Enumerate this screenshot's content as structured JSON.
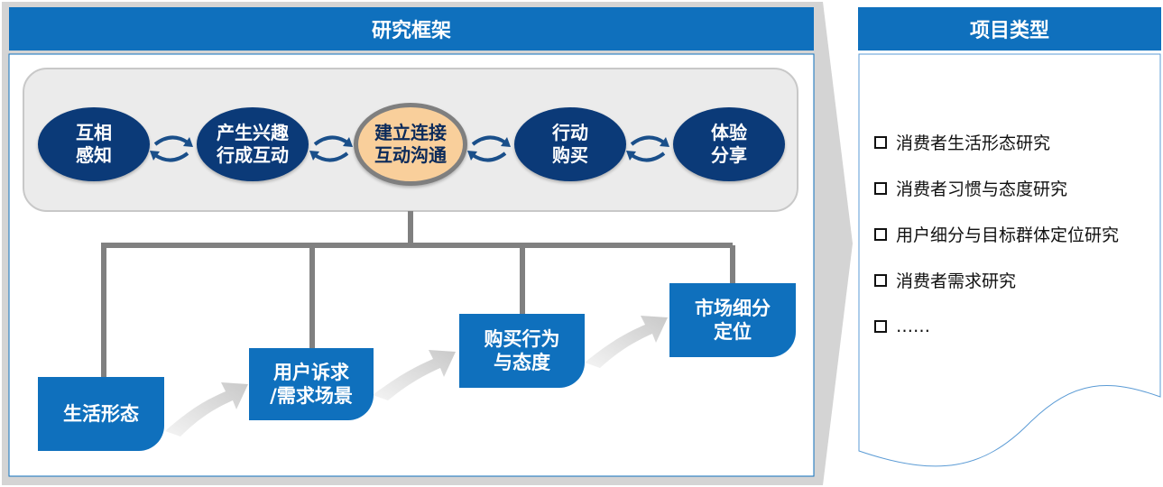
{
  "framework": {
    "title": "研究框架",
    "cycle": [
      {
        "line1": "互相",
        "line2": "感知"
      },
      {
        "line1": "产生兴趣",
        "line2": "行成互动"
      },
      {
        "line1": "建立连接",
        "line2": "互动沟通"
      },
      {
        "line1": "行动",
        "line2": "购买"
      },
      {
        "line1": "体验",
        "line2": "分享"
      }
    ],
    "stages": [
      {
        "line1": "生活形态",
        "line2": ""
      },
      {
        "line1": "用户诉求",
        "line2": "/需求场景"
      },
      {
        "line1": "购买行为",
        "line2": "与态度"
      },
      {
        "line1": "市场细分",
        "line2": "定位"
      }
    ]
  },
  "project_types": {
    "title": "项目类型",
    "items": [
      "消费者生活形态研究",
      "消费者习惯与态度研究",
      "用户细分与目标群体定位研究",
      "消费者需求研究",
      "……"
    ]
  },
  "colors": {
    "accent_blue": "#0f70bd",
    "dark_navy": "#0b3a78",
    "highlight": "#f9cf9b",
    "connector_gray": "#808080"
  }
}
